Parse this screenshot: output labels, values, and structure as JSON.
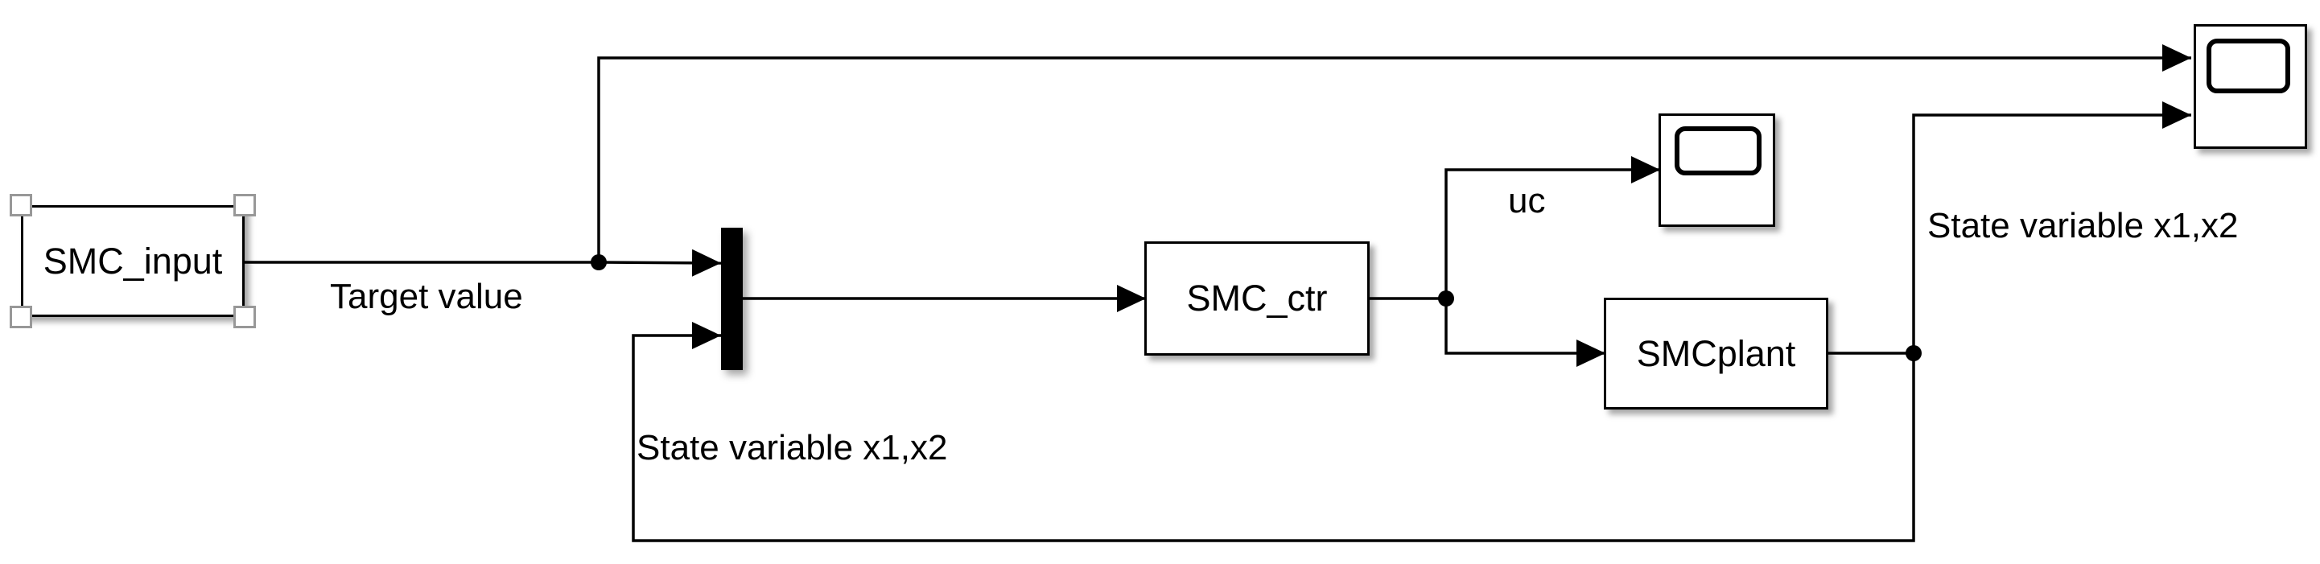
{
  "diagram": {
    "app": "block-diagram-canvas",
    "colors": {
      "background": "#ffffff",
      "line": "#000000",
      "block_fill": "#ffffff",
      "block_border": "#000000",
      "shadow": "rgba(0,0,0,0.35)",
      "selection_handle_border": "#989898"
    },
    "blocks": {
      "smc_input": {
        "label": "SMC_input",
        "type": "subsystem",
        "selected": true
      },
      "mux": {
        "label": "",
        "type": "mux"
      },
      "smc_ctr": {
        "label": "SMC_ctr",
        "type": "subsystem"
      },
      "smc_plant": {
        "label": "SMCplant",
        "type": "subsystem"
      },
      "scope_uc": {
        "label": "",
        "type": "scope",
        "inputs": 1
      },
      "scope_state": {
        "label": "",
        "type": "scope",
        "inputs": 2
      }
    },
    "signal_labels": {
      "target_value": "Target value",
      "state_variables_left": "State variable x1,x2",
      "uc": "uc",
      "state_variables_right": "State variable x1,x2"
    }
  }
}
